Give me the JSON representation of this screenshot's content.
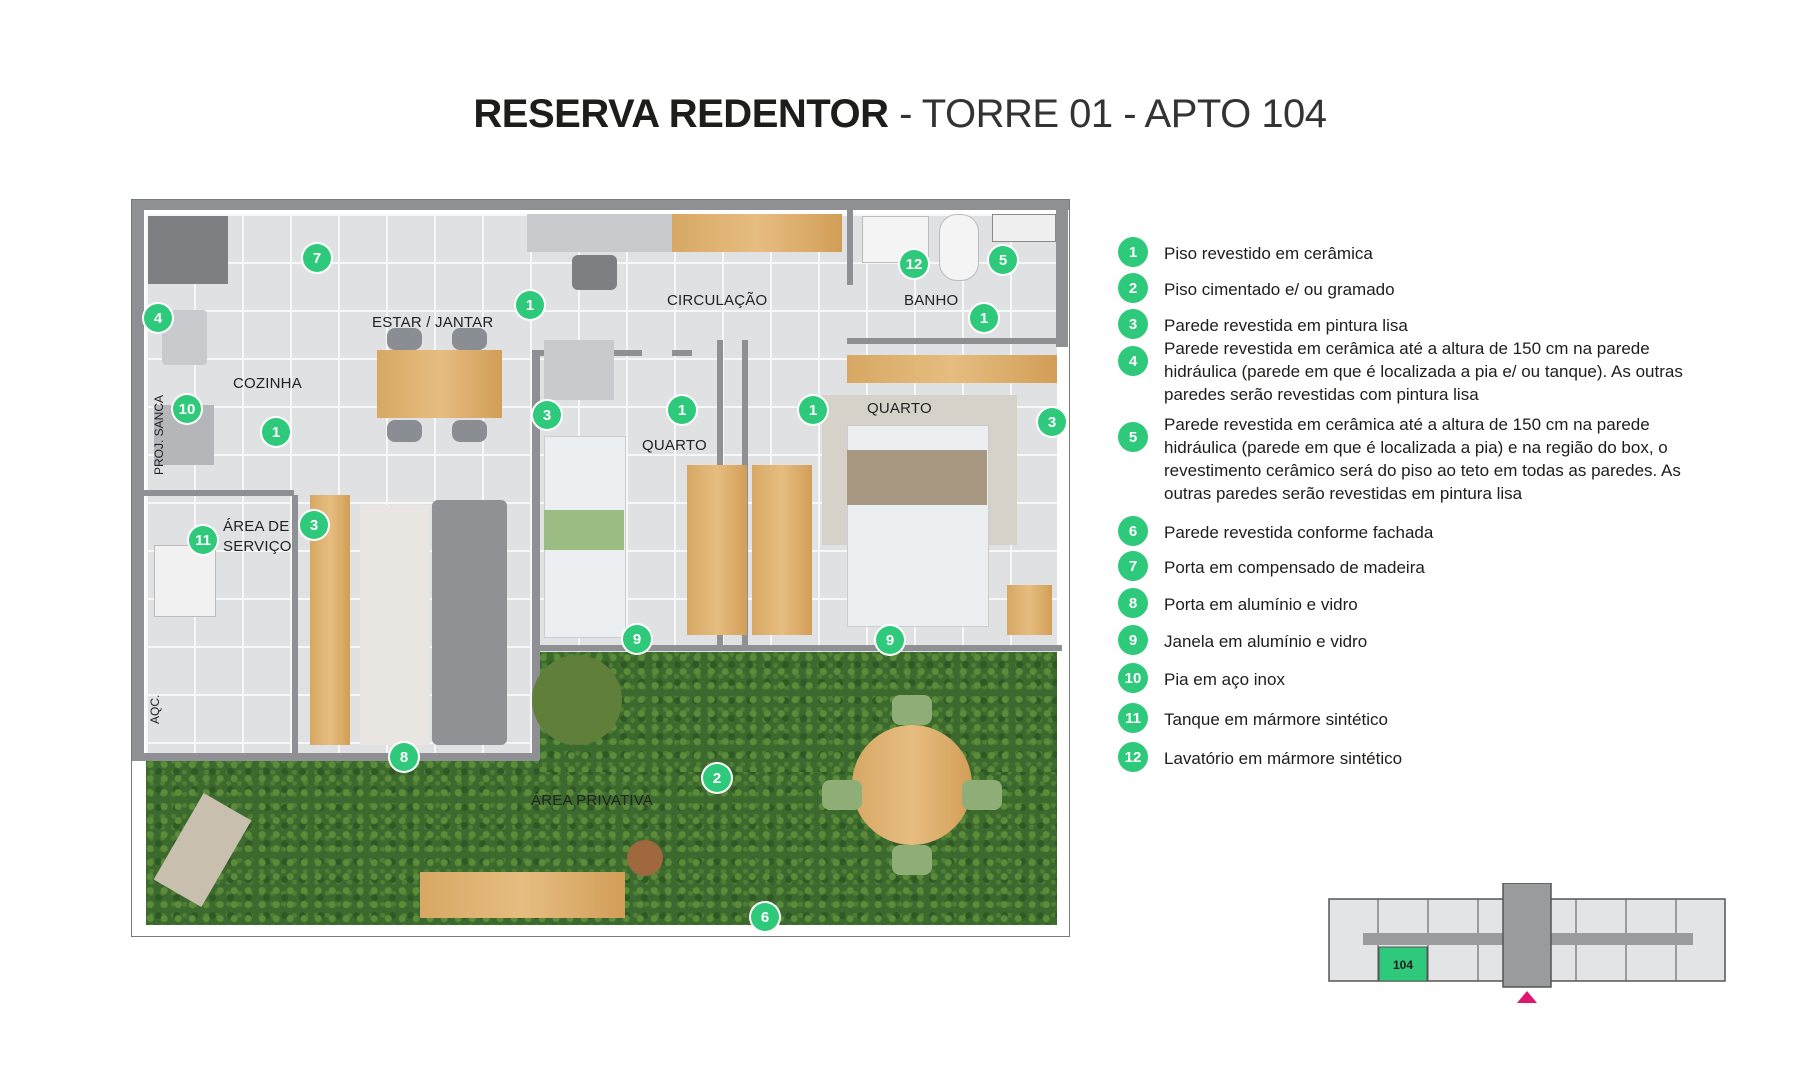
{
  "header": {
    "title_bold": "RESERVA REDENTOR",
    "title_light": " - TORRE 01 - APTO 104"
  },
  "rooms": {
    "estar": "ESTAR / JANTAR",
    "circulacao": "CIRCULAÇÃO",
    "banho": "BANHO",
    "cozinha": "COZINHA",
    "quarto1": "QUARTO",
    "quarto2": "QUARTO",
    "area_servico_1": "ÁREA DE",
    "area_servico_2": "SERVIÇO",
    "area_privativa": "ÁREA PRIVATIVA",
    "proj_sanca": "PROJ. SANCA",
    "aqc": "AQC."
  },
  "markers": [
    "1",
    "2",
    "3",
    "4",
    "5",
    "6",
    "7",
    "8",
    "9",
    "10",
    "11",
    "12"
  ],
  "legend": [
    {
      "num": "1",
      "text": "Piso revestido em cerâmica"
    },
    {
      "num": "2",
      "text": "Piso cimentado e/ ou gramado"
    },
    {
      "num": "3",
      "text": "Parede revestida em pintura lisa"
    },
    {
      "num": "4",
      "text": "Parede revestida em cerâmica até a altura de 150 cm na parede hidráulica (parede em que é localizada a pia e/ ou tanque). As outras paredes serão revestidas com pintura lisa"
    },
    {
      "num": "5",
      "text": "Parede revestida em cerâmica até a altura de 150 cm na parede hidráulica (parede em que é localizada a pia) e na região do box, o revestimento cerâmico será do piso ao teto em todas as paredes. As outras paredes serão revestidas em pintura lisa"
    },
    {
      "num": "6",
      "text": "Parede revestida conforme fachada"
    },
    {
      "num": "7",
      "text": "Porta em compensado de madeira"
    },
    {
      "num": "8",
      "text": "Porta em alumínio e vidro"
    },
    {
      "num": "9",
      "text": "Janela em alumínio e vidro"
    },
    {
      "num": "10",
      "text": "Pia em aço inox"
    },
    {
      "num": "11",
      "text": "Tanque em mármore sintético"
    },
    {
      "num": "12",
      "text": "Lavatório em mármore sintético"
    }
  ],
  "keyplan": {
    "unit": "104"
  },
  "colors": {
    "accent": "#2ec97a",
    "pointer": "#e2156f",
    "key_unit": "#2ec97a"
  }
}
